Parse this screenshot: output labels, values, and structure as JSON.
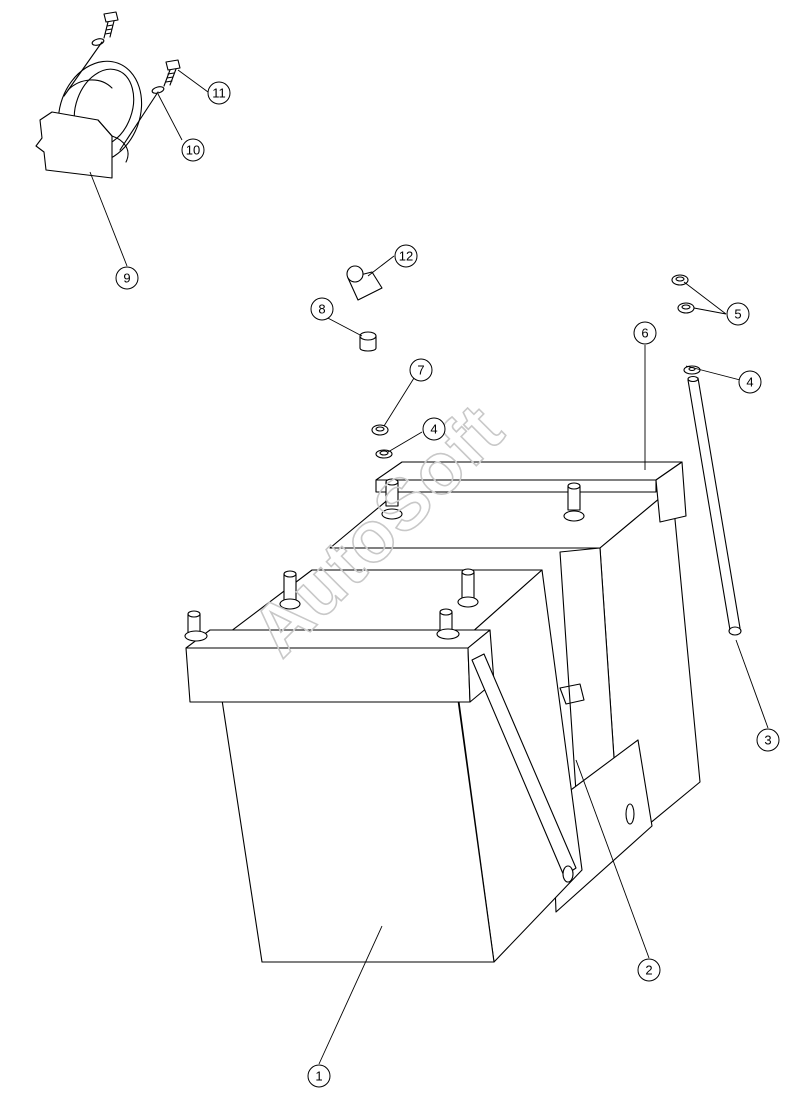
{
  "watermark": "AutoSoft",
  "callouts": [
    {
      "label": "1"
    },
    {
      "label": "2"
    },
    {
      "label": "3"
    },
    {
      "label": "4"
    },
    {
      "label": "4"
    },
    {
      "label": "5"
    },
    {
      "label": "6"
    },
    {
      "label": "7"
    },
    {
      "label": "8"
    },
    {
      "label": "9"
    },
    {
      "label": "10"
    },
    {
      "label": "11"
    },
    {
      "label": "12"
    }
  ]
}
